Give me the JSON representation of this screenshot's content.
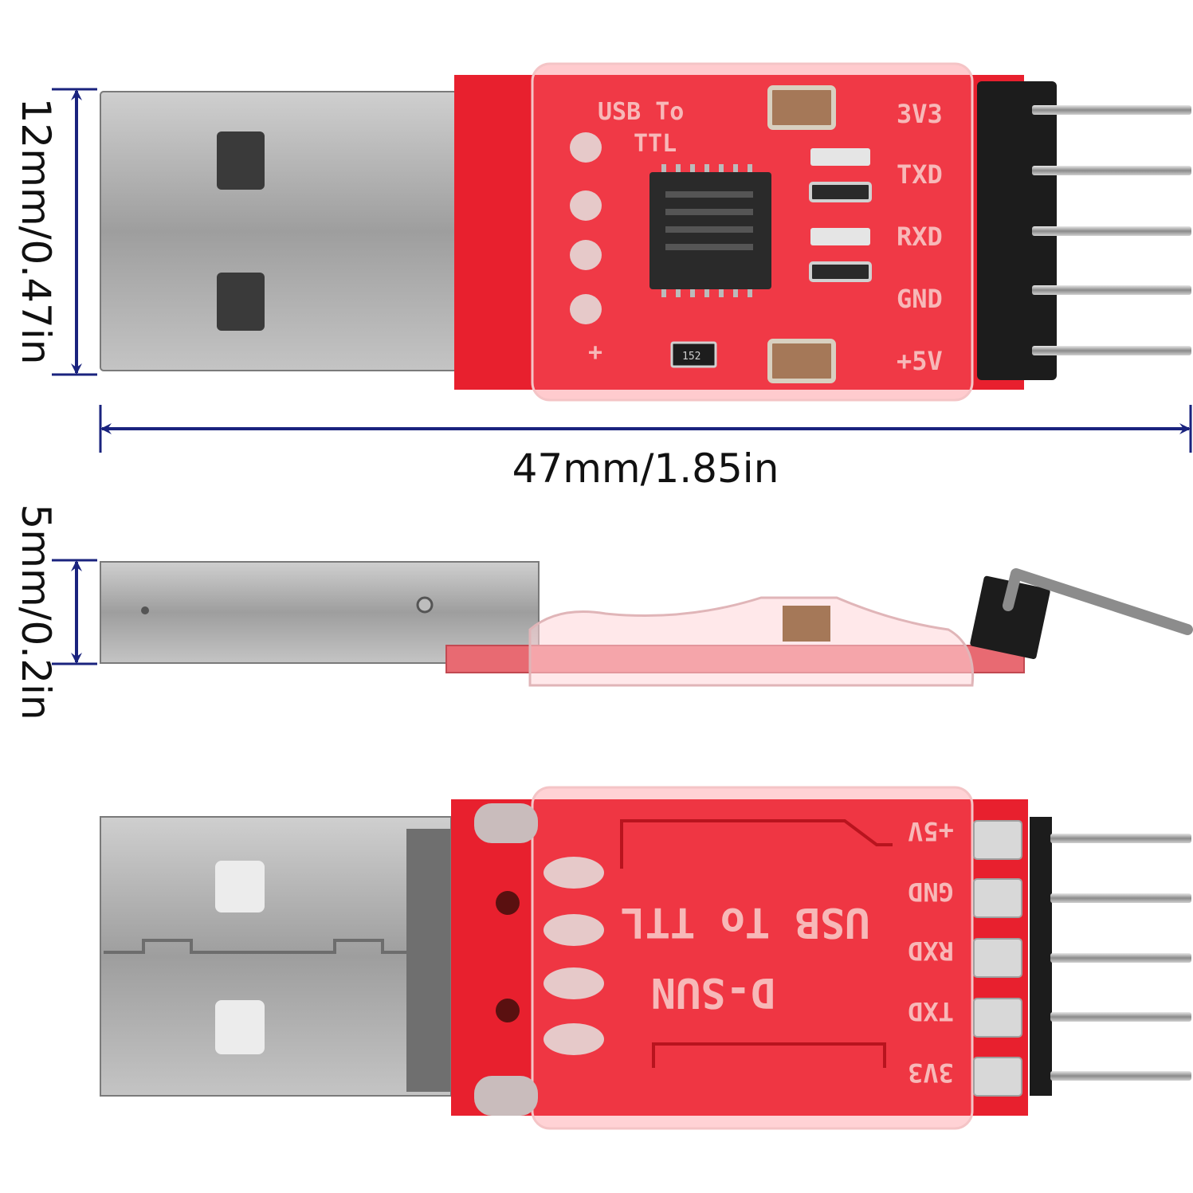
{
  "dimensions": {
    "width_label": "47mm/1.85in",
    "height_label": "12mm/0.47in",
    "thickness_label": "5mm/0.2in"
  },
  "top_view": {
    "title_line1": "USB To",
    "title_line2": "TTL",
    "plus_mark": "+",
    "resistor_code": "152",
    "pins": [
      "3V3",
      "TXD",
      "RXD",
      "GND",
      "+5V"
    ]
  },
  "bottom_view": {
    "brand": "D-SUN",
    "title": "USB To TTL",
    "pins": [
      "+5V",
      "GND",
      "RXD",
      "TXD",
      "3V3"
    ]
  },
  "colors": {
    "dimension_line": "#1a237e",
    "pcb": "#e8202e",
    "metal": "#a9a9a9",
    "header": "#1c1c1c"
  }
}
